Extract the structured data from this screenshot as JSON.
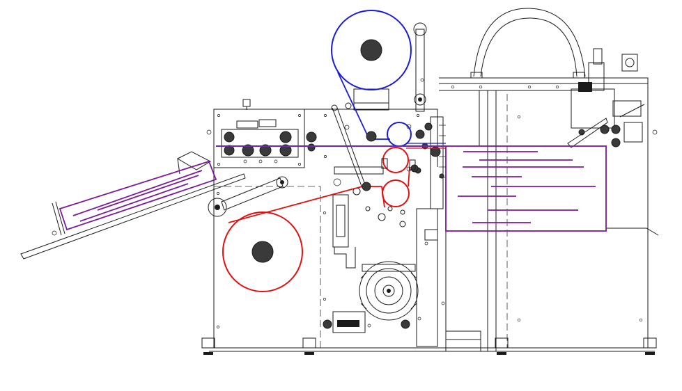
{
  "figure": {
    "kind": "machine-line-drawing",
    "colors": {
      "upper_web": "#1a1ad6",
      "lower_web": "#e01010",
      "output_stack": "#7a1a9a",
      "laminated_web": "#6a2ab0",
      "linework": "#1a1a1a",
      "background": "#ffffff"
    },
    "components": {
      "upper_unwind_roll": "upper-roll",
      "lower_unwind_roll": "lower-roll",
      "laminating_nip_upper": "nip-upper",
      "laminating_nip_lower": "nip-lower",
      "output_stacker": "stacker",
      "input_tray": "input-tray",
      "dancer_arm": "dancer-arm",
      "drive_motor": "drive-motor"
    }
  }
}
